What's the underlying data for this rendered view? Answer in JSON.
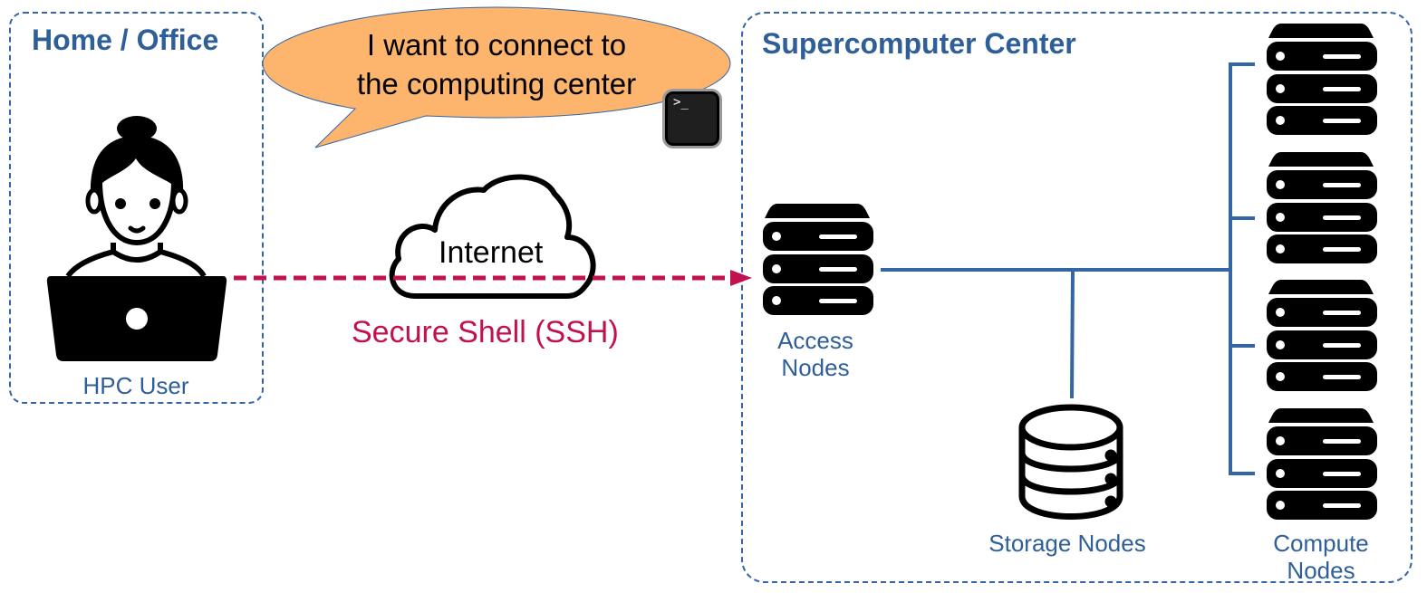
{
  "regions": {
    "home": {
      "title": "Home / Office"
    },
    "center": {
      "title": "Supercomputer Center"
    }
  },
  "user": {
    "label": "HPC User",
    "icon": "person-with-laptop-icon"
  },
  "speech_bubble": {
    "lines": [
      "I want to connect to",
      "the computing center"
    ],
    "fill": "#fdb46c"
  },
  "terminal": {
    "prompt": ">_",
    "icon": "terminal-icon"
  },
  "cloud": {
    "label": "Internet",
    "icon": "cloud-icon"
  },
  "connection": {
    "label": "Secure Shell (SSH)",
    "color": "#c1124f"
  },
  "nodes": {
    "access": {
      "line1": "Access",
      "line2": "Nodes",
      "icon": "server-icon"
    },
    "storage": {
      "label": "Storage Nodes",
      "icon": "database-icon"
    },
    "compute": {
      "line1": "Compute",
      "line2": "Nodes",
      "icon": "server-icon",
      "count": 4
    }
  },
  "colors": {
    "accent": "#2f5f98",
    "line": "#3465a4",
    "ssh": "#c1124f",
    "bubble": "#fdb46c"
  }
}
